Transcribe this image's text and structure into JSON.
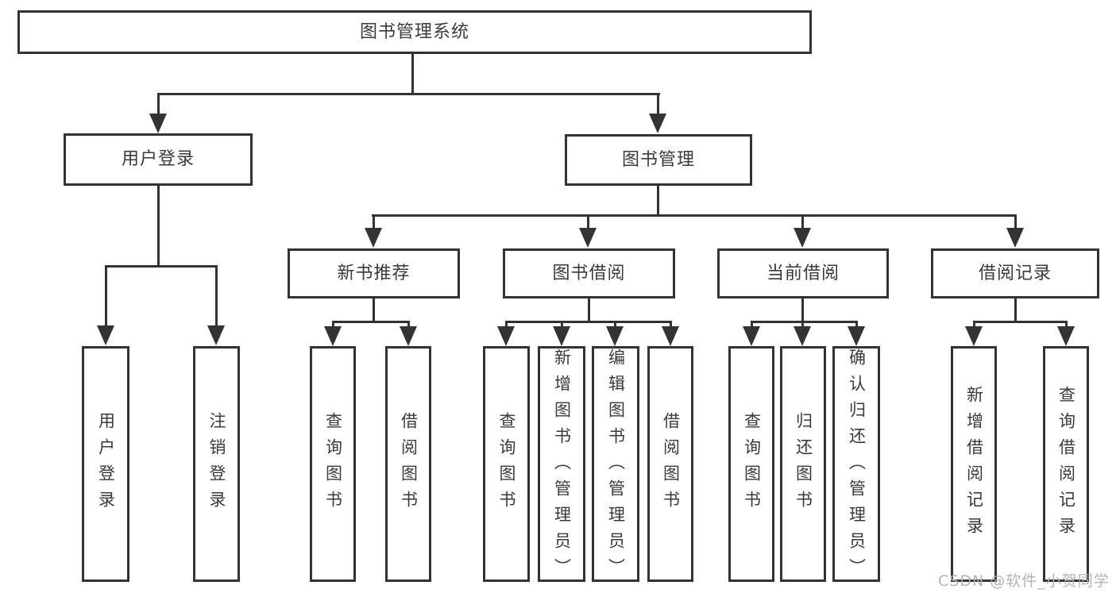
{
  "nodes": {
    "root": "图书管理系统",
    "level2": [
      "用户登录",
      "图书管理"
    ],
    "level3": [
      "新书推荐",
      "图书借阅",
      "当前借阅",
      "借阅记录"
    ],
    "leaves": [
      "用户登录",
      "注销登录",
      "查询图书",
      "借阅图书",
      "查询图书",
      "新增图书（管理员）",
      "编辑图书（管理员）",
      "借阅图书",
      "查询图书",
      "归还图书",
      "确认归还（管理员）",
      "新增借阅记录",
      "查询借阅记录"
    ]
  },
  "hierarchy": {
    "图书管理系统": [
      "用户登录",
      "图书管理"
    ],
    "用户登录": [
      "用户登录",
      "注销登录"
    ],
    "图书管理": [
      "新书推荐",
      "图书借阅",
      "当前借阅",
      "借阅记录"
    ],
    "新书推荐": [
      "查询图书",
      "借阅图书"
    ],
    "图书借阅": [
      "查询图书",
      "新增图书（管理员）",
      "编辑图书（管理员）",
      "借阅图书"
    ],
    "当前借阅": [
      "查询图书",
      "归还图书",
      "确认归还（管理员）"
    ],
    "借阅记录": [
      "新增借阅记录",
      "查询借阅记录"
    ]
  },
  "watermark": "CSDN @软件_小贺同学",
  "colors": {
    "line": "#333333",
    "text": "#3a3a3a",
    "background": "#ffffff",
    "watermark": "#acb1b7"
  }
}
